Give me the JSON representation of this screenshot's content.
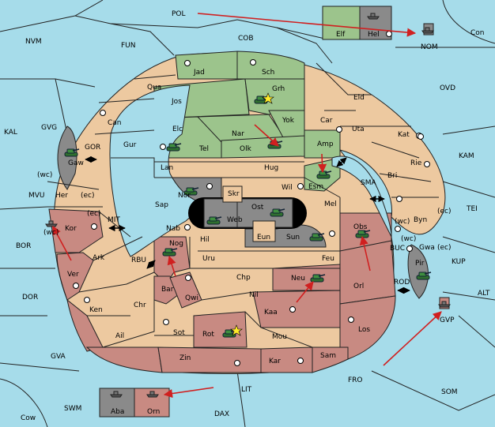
{
  "board": {
    "colors": {
      "sea": "#a6dcea",
      "neutral_land": "#edc9a0",
      "red_power": "#c88a82",
      "green_power": "#9cc48c",
      "grey_power": "#8a8a8a",
      "move_arrow": "#d02020"
    },
    "sea_labels": [
      {
        "id": "pol",
        "text": "POL"
      },
      {
        "id": "nvm",
        "text": "NVM"
      },
      {
        "id": "fun",
        "text": "FUN"
      },
      {
        "id": "cob",
        "text": "COB"
      },
      {
        "id": "con",
        "text": "Con"
      },
      {
        "id": "nom",
        "text": "NOM"
      },
      {
        "id": "ovd",
        "text": "OVD"
      },
      {
        "id": "kal",
        "text": "KAL"
      },
      {
        "id": "gvg",
        "text": "GVG"
      },
      {
        "id": "gor",
        "text": "GOR"
      },
      {
        "id": "kam",
        "text": "KAM"
      },
      {
        "id": "mvu",
        "text": "MVU"
      },
      {
        "id": "sma",
        "text": "SMA"
      },
      {
        "id": "tei",
        "text": "TEI"
      },
      {
        "id": "mit",
        "text": "MIT"
      },
      {
        "id": "bor",
        "text": "BOR"
      },
      {
        "id": "rbu",
        "text": "RBU"
      },
      {
        "id": "buc",
        "text": "BUC"
      },
      {
        "id": "kup",
        "text": "KUP"
      },
      {
        "id": "dor",
        "text": "DOR"
      },
      {
        "id": "rod",
        "text": "ROD"
      },
      {
        "id": "alt",
        "text": "ALT"
      },
      {
        "id": "gvp",
        "text": "GVP"
      },
      {
        "id": "gva",
        "text": "GVA"
      },
      {
        "id": "fro",
        "text": "FRO"
      },
      {
        "id": "som",
        "text": "SOM"
      },
      {
        "id": "lit",
        "text": "LIT"
      },
      {
        "id": "swm",
        "text": "SWM"
      },
      {
        "id": "dax",
        "text": "DAX"
      },
      {
        "id": "cow",
        "text": "Cow"
      }
    ],
    "land_labels": [
      {
        "id": "jad",
        "text": "Jad"
      },
      {
        "id": "sch",
        "text": "Sch"
      },
      {
        "id": "qua",
        "text": "Qua"
      },
      {
        "id": "grh",
        "text": "Grh"
      },
      {
        "id": "eld",
        "text": "Eld"
      },
      {
        "id": "jos",
        "text": "Jos"
      },
      {
        "id": "can",
        "text": "Can"
      },
      {
        "id": "yok",
        "text": "Yok"
      },
      {
        "id": "car",
        "text": "Car"
      },
      {
        "id": "uta",
        "text": "Uta"
      },
      {
        "id": "elc",
        "text": "Elc"
      },
      {
        "id": "nar",
        "text": "Nar"
      },
      {
        "id": "kat",
        "text": "Kat"
      },
      {
        "id": "tel",
        "text": "Tel"
      },
      {
        "id": "olk",
        "text": "Olk"
      },
      {
        "id": "amp",
        "text": "Amp"
      },
      {
        "id": "gaw",
        "text": "Gaw"
      },
      {
        "id": "gur",
        "text": "Gur"
      },
      {
        "id": "rie",
        "text": "Rie"
      },
      {
        "id": "lan",
        "text": "Lan"
      },
      {
        "id": "hug",
        "text": "Hug"
      },
      {
        "id": "bri",
        "text": "Bri"
      },
      {
        "id": "esm",
        "text": "Esm"
      },
      {
        "id": "wc1",
        "text": "(wc)"
      },
      {
        "id": "wil",
        "text": "Wil"
      },
      {
        "id": "nor",
        "text": "Nor"
      },
      {
        "id": "her",
        "text": "Her"
      },
      {
        "id": "ec1",
        "text": "(ec)"
      },
      {
        "id": "sap",
        "text": "Sap"
      },
      {
        "id": "skr",
        "text": "Skr"
      },
      {
        "id": "mel",
        "text": "Mel"
      },
      {
        "id": "ost",
        "text": "Ost"
      },
      {
        "id": "web",
        "text": "Web"
      },
      {
        "id": "ec2",
        "text": "(ec)"
      },
      {
        "id": "wc2",
        "text": "(wc)"
      },
      {
        "id": "byn",
        "text": "Byn"
      },
      {
        "id": "ec3",
        "text": "(ec)"
      },
      {
        "id": "kor",
        "text": "Kor"
      },
      {
        "id": "wc3",
        "text": "(wc)"
      },
      {
        "id": "nab",
        "text": "Nab"
      },
      {
        "id": "obs",
        "text": "Obs"
      },
      {
        "id": "eun",
        "text": "Eun"
      },
      {
        "id": "wc4",
        "text": "(wc)"
      },
      {
        "id": "hil",
        "text": "Hil"
      },
      {
        "id": "sun",
        "text": "Sun"
      },
      {
        "id": "gwa",
        "text": "Gwa"
      },
      {
        "id": "ec4",
        "text": "(ec)"
      },
      {
        "id": "nog",
        "text": "Nog"
      },
      {
        "id": "ark",
        "text": "Ark"
      },
      {
        "id": "uru",
        "text": "Uru"
      },
      {
        "id": "feu",
        "text": "Feu"
      },
      {
        "id": "pir",
        "text": "Pir"
      },
      {
        "id": "ver",
        "text": "Ver"
      },
      {
        "id": "chp",
        "text": "Chp"
      },
      {
        "id": "orl",
        "text": "Orl"
      },
      {
        "id": "neu",
        "text": "Neu"
      },
      {
        "id": "bar",
        "text": "Bar"
      },
      {
        "id": "nil",
        "text": "Nil"
      },
      {
        "id": "qwi",
        "text": "Qwi"
      },
      {
        "id": "ken",
        "text": "Ken"
      },
      {
        "id": "chr",
        "text": "Chr"
      },
      {
        "id": "kaa",
        "text": "Kaa"
      },
      {
        "id": "los",
        "text": "Los"
      },
      {
        "id": "ail",
        "text": "Ail"
      },
      {
        "id": "sot",
        "text": "Sot"
      },
      {
        "id": "rot",
        "text": "Rot"
      },
      {
        "id": "mou",
        "text": "Mou"
      },
      {
        "id": "zin",
        "text": "Zin"
      },
      {
        "id": "sam",
        "text": "Sam"
      },
      {
        "id": "kar",
        "text": "Kar"
      }
    ],
    "boxes": [
      {
        "id": "elf",
        "text": "Elf"
      },
      {
        "id": "hel",
        "text": "Hel"
      },
      {
        "id": "aba",
        "text": "Aba"
      },
      {
        "id": "orn",
        "text": "Orn"
      }
    ],
    "unit_icon": "tank-icon",
    "supply_icon": "supply-center-icon",
    "capital_icon": "capital-star-icon",
    "convoy_icon": "ship-icon",
    "move_icon": "move-arrow-icon",
    "passage_icon": "double-arrow-icon"
  }
}
